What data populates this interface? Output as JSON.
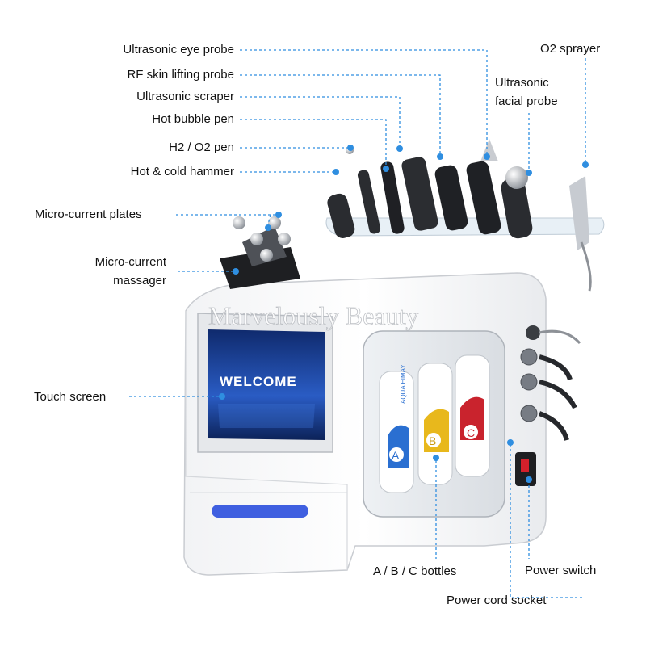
{
  "watermark": "Marvelously Beauty",
  "screen_text": "WELCOME",
  "bottle_texts": {
    "brand": "AQUA EIMAY",
    "a": "A",
    "b": "B",
    "c": "C"
  },
  "labels": {
    "eye_probe": "Ultrasonic eye probe",
    "rf_probe": "RF skin lifting probe",
    "scraper": "Ultrasonic scraper",
    "bubble_pen": "Hot bubble pen",
    "h2o2_pen": "H2 / O2 pen",
    "hammer": "Hot & cold hammer",
    "mc_plates": "Micro-current plates",
    "mc_massager_1": "Micro-current",
    "mc_massager_2": "massager",
    "touch_screen": "Touch screen",
    "o2_sprayer": "O2 sprayer",
    "facial_probe_1": "Ultrasonic",
    "facial_probe_2": "facial probe",
    "bottles": "A / B / C bottles",
    "power_switch": "Power switch",
    "power_cord": "Power cord socket"
  },
  "colors": {
    "leader": "#2f8ee0",
    "bottle_a": "#2a6fd1",
    "bottle_b": "#e8b81c",
    "bottle_c": "#c9232d",
    "screen": "#1d3f8f",
    "led": "#3f5fe0"
  }
}
